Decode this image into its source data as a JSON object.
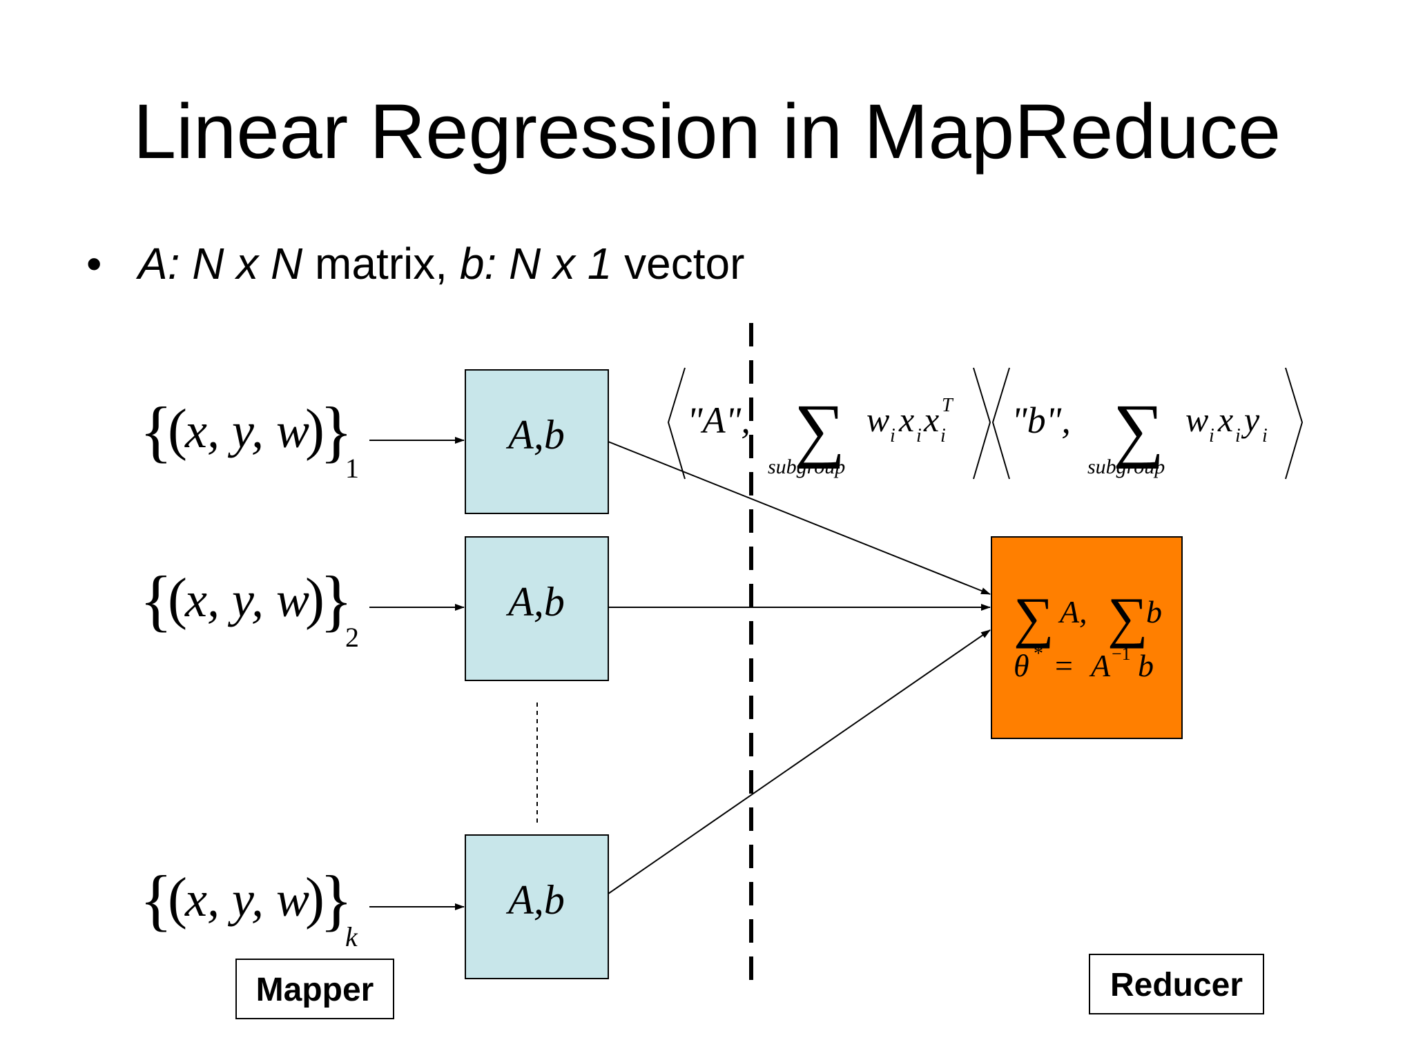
{
  "slide": {
    "title": "Linear Regression in MapReduce",
    "bullet": {
      "symbol": "•",
      "p1": "A: N x N",
      "p2": " matrix, ",
      "p3": "b: N x 1",
      "p4": " vector"
    }
  },
  "diagram": {
    "inputs": [
      {
        "set": "x, y, w",
        "subscript": "1"
      },
      {
        "set": "x, y, w",
        "subscript": "2"
      },
      {
        "set": "x, y, w",
        "subscript": "k"
      }
    ],
    "mapper_box_label": "A,b",
    "mapper_label": "Mapper",
    "reducer_label": "Reducer",
    "emit": {
      "key_a": "\"A\",",
      "key_b": "\"b\",",
      "sum_symbol": "∑",
      "sum_sub": "subgroup",
      "term_a": "w",
      "term_a_sub": "i",
      "term_a_x": "x",
      "term_a_x_sub": "i",
      "term_a_xt": "x",
      "term_a_xt_sub": "i",
      "term_a_xt_sup": "T",
      "term_b_w": "w",
      "term_b_x": "x",
      "term_b_y": "y",
      "term_b_sub": "i"
    },
    "reducer": {
      "sum_symbol": "∑",
      "line1_a": "A,",
      "line1_b": "b",
      "theta": "θ",
      "theta_sup": "*",
      "eq": "=",
      "rhs": "A",
      "rhs_sup": "−1",
      "rhs_b": "b"
    },
    "colors": {
      "mapper_fill": "#c8e6ea",
      "reducer_fill": "#ff7f00",
      "stroke": "#000000"
    }
  }
}
